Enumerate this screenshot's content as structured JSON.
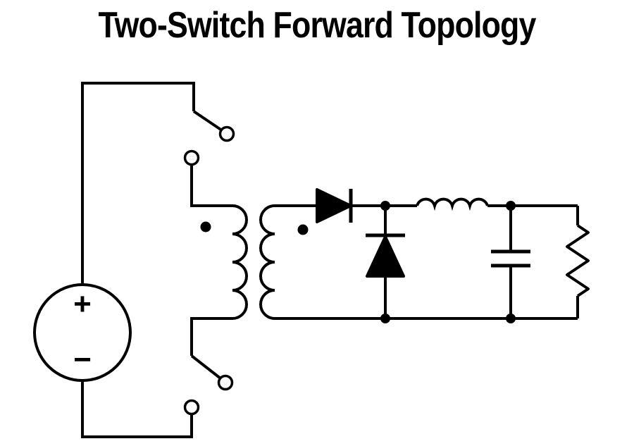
{
  "title": "Two-Switch Forward Topology",
  "source": {
    "plus_label": "+",
    "minus_label": "−"
  },
  "colors": {
    "ink": "#000000",
    "background": "#ffffff"
  },
  "components": [
    {
      "id": "dc-source",
      "type": "voltage-source",
      "label": "DC input voltage source"
    },
    {
      "id": "high-side-switch",
      "type": "switch",
      "label": "High-side switch (open)"
    },
    {
      "id": "low-side-switch",
      "type": "switch",
      "label": "Low-side switch (open)"
    },
    {
      "id": "transformer",
      "type": "transformer",
      "label": "Isolation transformer with polarity dots"
    },
    {
      "id": "forward-diode",
      "type": "diode",
      "label": "Series forward rectifier diode"
    },
    {
      "id": "freewheel-diode",
      "type": "diode",
      "label": "Freewheeling diode"
    },
    {
      "id": "output-inductor",
      "type": "inductor",
      "label": "Output filter inductor"
    },
    {
      "id": "output-capacitor",
      "type": "capacitor",
      "label": "Output filter capacitor"
    },
    {
      "id": "load-resistor",
      "type": "resistor",
      "label": "Load resistor"
    }
  ]
}
